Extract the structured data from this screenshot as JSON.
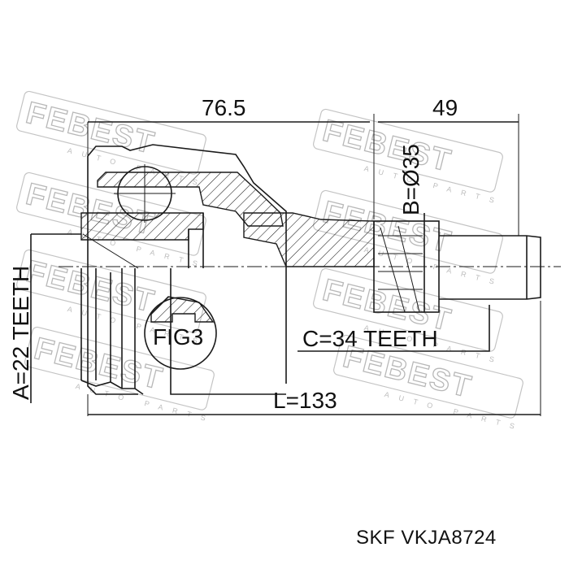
{
  "watermark": {
    "brand": "FEBEST",
    "tagline": "AUTO PARTS"
  },
  "dimensions": {
    "housing_length": "76.5",
    "stem_length": "49",
    "stem_diameter": "B=Ø35",
    "inner_spline": "A=22 TEETH",
    "outer_spline": "C=34 TEETH",
    "total_length": "L=133"
  },
  "figure_callout": "FIG3",
  "part_label": "SKF  VKJA8724",
  "colors": {
    "line": "#1a1a1a",
    "watermark": "#b8b8b8",
    "background": "#ffffff"
  }
}
